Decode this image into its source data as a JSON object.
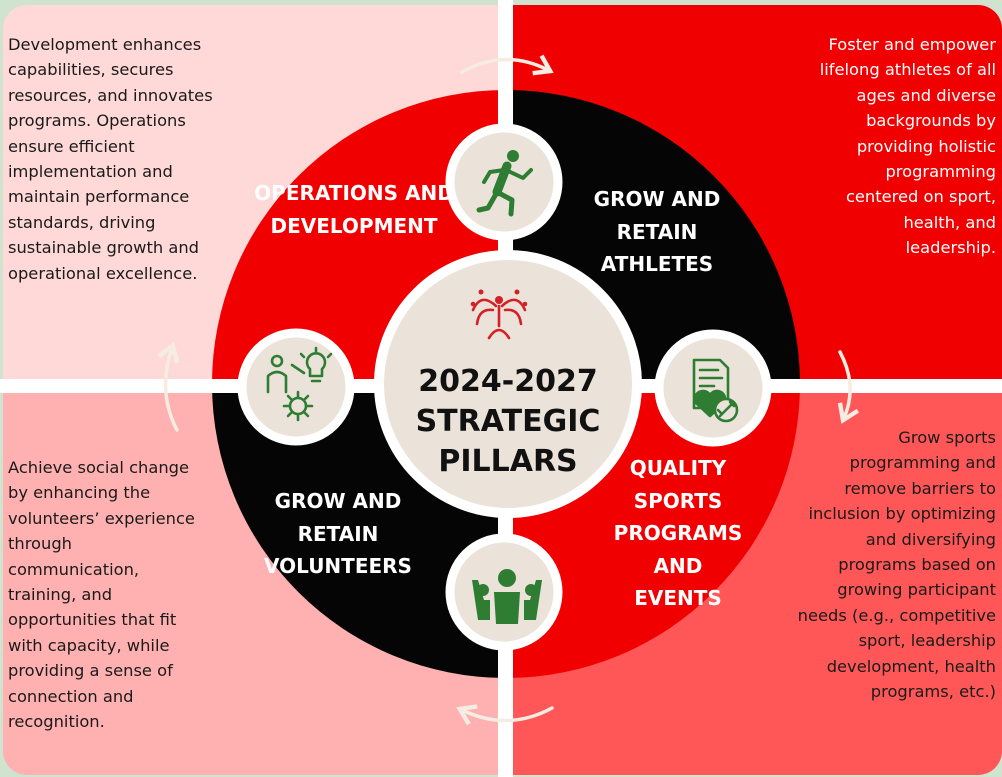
{
  "center": {
    "title_line1": "2024-2027",
    "title_line2": "STRATEGIC",
    "title_line3": "PILLARS"
  },
  "pillars": {
    "operations": {
      "title": "OPERATIONS AND DEVELOPMENT",
      "description": "Development enhances capabilities, secures resources, and innovates programs. Operations ensure efficient implementation and maintain performance standards, driving sustainable growth and operational excellence.",
      "icon": "ideas-gear-icon"
    },
    "athletes": {
      "title": "GROW AND RETAIN ATHLETES",
      "description": "Foster and empower lifelong athletes of all ages and diverse backgrounds by providing holistic programming centered on sport, health, and leadership.",
      "icon": "runner-icon"
    },
    "quality": {
      "title": "QUALITY SPORTS PROGRAMS AND EVENTS",
      "description": "Grow sports programming and remove barriers to inclusion by optimizing and diversifying programs based on growing participant needs (e.g., competitive sport, leadership development, health programs, etc.)",
      "icon": "checklist-heart-icon"
    },
    "volunteers": {
      "title": "GROW AND RETAIN VOLUNTEERS",
      "description": "Achieve social change by enhancing the volunteers’ experience through communication, training, and opportunities that fit with capacity, while providing a sense of connection and recognition.",
      "icon": "team-icon"
    }
  },
  "colors": {
    "red": "#f00000",
    "black": "#050505",
    "pink_light": "#ffd8d8",
    "pink_mid": "#ffb0b0",
    "red_soft": "#ff5757",
    "green": "#2e7d32",
    "cream": "#ebe3d9"
  },
  "logo": {
    "name": "special-olympics-logo-icon"
  }
}
